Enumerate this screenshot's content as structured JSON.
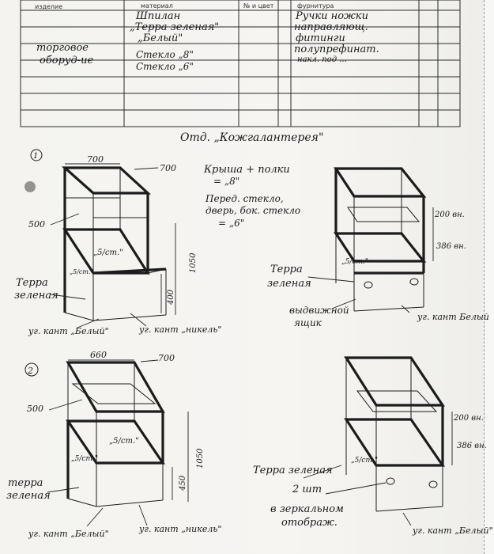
{
  "header": {
    "col_item": "изделие",
    "col_material": "материал",
    "col_number_color": "№ и цвет",
    "col_fittings": "фурнитура"
  },
  "items": {
    "row1": "торговое",
    "row2": "оборуд-ие"
  },
  "materials": {
    "line1": "Шпилан",
    "line2": "„Терра зеленая\"",
    "line3": "„Белый\"",
    "line4": "Стекло „8\"",
    "line5": "Стекло „6\""
  },
  "fittings": {
    "line1": "Ручки ножки",
    "line2": "направляющ.",
    "line3": "фитинги",
    "line4": "полупрефинат.",
    "line5": "накл. под ..."
  },
  "section_title": "Отд. „Кожгалантерея\"",
  "drawing1": {
    "number": "1",
    "width": "700",
    "depth": "700",
    "side": "500",
    "height": "1050",
    "base": "400",
    "glass": "„5/ст.\"",
    "terra": "Терра зеленая",
    "edge_left": "уг. кант „Белый\"",
    "edge_right": "уг. кант „никель\"",
    "note1": "Крыша + полки",
    "note2": "= „8\"",
    "note3": "Перед. стекло,",
    "note4": "дверь, бок. стекло",
    "note5": "= „6\"",
    "right_top": "200 вн.",
    "right_mid": "386 вн.",
    "right_glass": "„5/ст.\"",
    "right_terra": "Терра зеленая",
    "drawer": "выдвижной ящик",
    "right_edge": "уг. кант Белый"
  },
  "drawing2": {
    "number": "2",
    "width": "660",
    "depth": "700",
    "side": "500",
    "height": "1050",
    "base": "450",
    "glass": "„5/ст.\"",
    "terra": "терра зеленая",
    "edge_left": "уг. кант „Белый\"",
    "edge_right": "уг. кант „никель\"",
    "right_top": "200 вн.",
    "right_mid": "386 вн.",
    "right_glass": "„5/ст.\"",
    "right_terra": "Терра зеленая",
    "qty": "2 шт",
    "mirror1": "в зеркальном",
    "mirror2": "отображ.",
    "right_edge": "уг. кант „Белый\""
  }
}
